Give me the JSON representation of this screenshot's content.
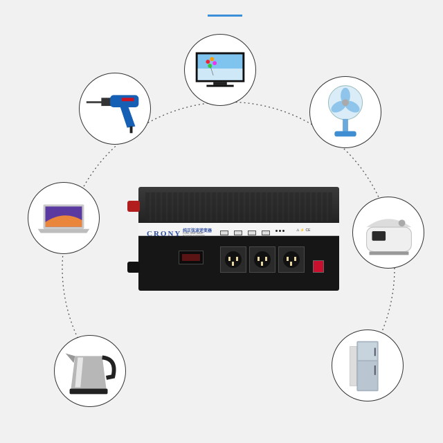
{
  "product": {
    "brand": "CRONY",
    "title_cn": "纯正弦波逆变器",
    "subtitle": "PURE SINE WAVE POWER INVERTER"
  },
  "appliances": [
    {
      "name": "television",
      "icon": "tv-icon"
    },
    {
      "name": "electric drill",
      "icon": "drill-icon"
    },
    {
      "name": "electric fan",
      "icon": "fan-icon"
    },
    {
      "name": "laptop",
      "icon": "laptop-icon"
    },
    {
      "name": "rice cooker",
      "icon": "rice-cooker-icon"
    },
    {
      "name": "electric kettle",
      "icon": "kettle-icon"
    },
    {
      "name": "refrigerator",
      "icon": "fridge-icon"
    }
  ],
  "colors": {
    "accent": "#3a8fd8",
    "background": "#f1f1f1",
    "inverter_body": "#1f1f1f",
    "switch": "#c8102e",
    "positive_terminal": "#b21e1e"
  }
}
